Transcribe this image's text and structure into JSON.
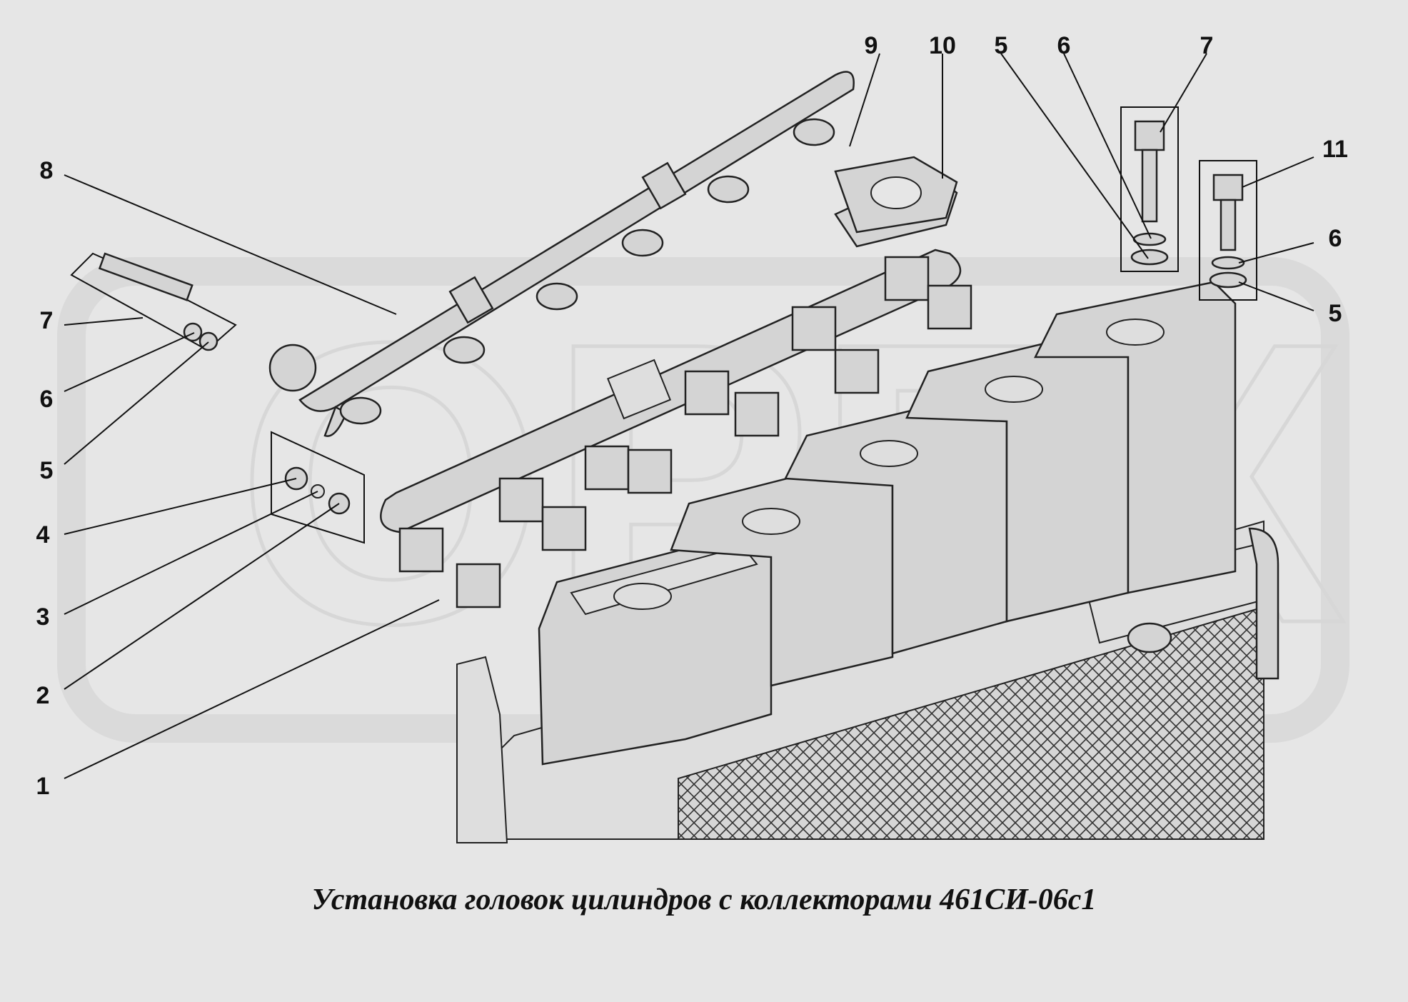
{
  "diagram": {
    "caption": "Установка головок цилиндров с коллекторами 461СИ-06с1",
    "callouts": [
      {
        "id": "c9",
        "label": "9"
      },
      {
        "id": "c10",
        "label": "10"
      },
      {
        "id": "c5a",
        "label": "5"
      },
      {
        "id": "c6a",
        "label": "6"
      },
      {
        "id": "c7a",
        "label": "7"
      },
      {
        "id": "c11",
        "label": "11"
      },
      {
        "id": "c6b",
        "label": "6"
      },
      {
        "id": "c5b",
        "label": "5"
      },
      {
        "id": "c8",
        "label": "8"
      },
      {
        "id": "c7b",
        "label": "7"
      },
      {
        "id": "c6c",
        "label": "6"
      },
      {
        "id": "c5c",
        "label": "5"
      },
      {
        "id": "c4",
        "label": "4"
      },
      {
        "id": "c3",
        "label": "3"
      },
      {
        "id": "c2",
        "label": "2"
      },
      {
        "id": "c1",
        "label": "1"
      }
    ]
  }
}
